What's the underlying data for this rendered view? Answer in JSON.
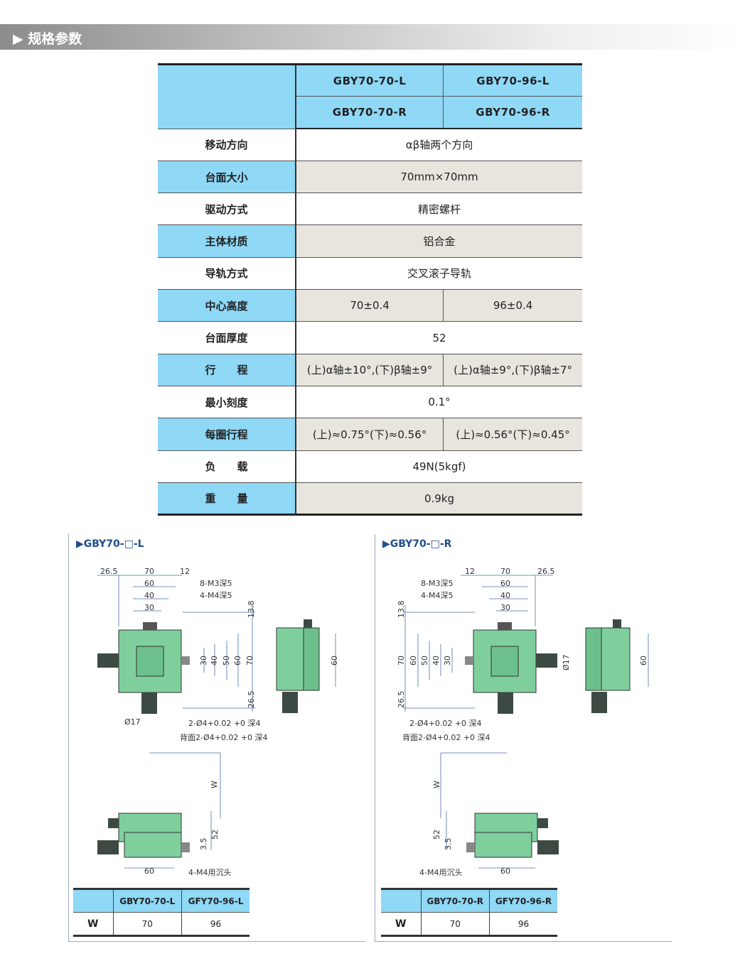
{
  "banner": {
    "title": "▶ 规格参数"
  },
  "spec": {
    "models_row1": [
      "GBY70-70-L",
      "GBY70-96-L"
    ],
    "models_row2": [
      "GBY70-70-R",
      "GBY70-96-R"
    ],
    "rows": [
      {
        "label": "移动方向",
        "value": "αβ轴两个方向"
      },
      {
        "label": "台面大小",
        "value": "70mm×70mm"
      },
      {
        "label": "驱动方式",
        "value": "精密螺杆"
      },
      {
        "label": "主体材质",
        "value": "铝合金"
      },
      {
        "label": "导轨方式",
        "value": "交叉滚子导轨"
      },
      {
        "label": "中心高度",
        "values": [
          "70±0.4",
          "96±0.4"
        ]
      },
      {
        "label": "台面厚度",
        "value": "52"
      },
      {
        "label": "行　　程",
        "values": [
          "(上)α轴±10°,(下)β轴±9°",
          "(上)α轴±9°,(下)β轴±7°"
        ]
      },
      {
        "label": "最小刻度",
        "value": "0.1°"
      },
      {
        "label": "每圈行程",
        "values": [
          "(上)≈0.75°(下)≈0.56°",
          "(上)≈0.56°(下)≈0.45°"
        ]
      },
      {
        "label": "负　　载",
        "value": "49N(5kgf)"
      },
      {
        "label": "重　　量",
        "value": "0.9kg"
      }
    ]
  },
  "drawings": {
    "left": {
      "title": "▶GBY70-□-L",
      "dims_top": [
        "26.5",
        "70",
        "12",
        "60",
        "40",
        "30"
      ],
      "notes": [
        "8-M3深5",
        "4-M4深5",
        "2-Ø4+0.02 +0 深4",
        "背面2-Ø4+0.02 +0 深4",
        "Ø17",
        "4-M4用沉头"
      ],
      "dims_side": [
        "13.8",
        "30",
        "40",
        "50",
        "60",
        "70",
        "26.5",
        "60"
      ],
      "dims_front": [
        "W",
        "52",
        "3.5",
        "60"
      ],
      "table": {
        "headers": [
          "",
          "GBY70-70-L",
          "GFY70-96-L"
        ],
        "row": [
          "W",
          "70",
          "96"
        ]
      }
    },
    "right": {
      "title": "▶GBY70-□-R",
      "dims_top": [
        "12",
        "70",
        "26.5",
        "60",
        "40",
        "30"
      ],
      "notes": [
        "8-M3深5",
        "4-M4深5",
        "2-Ø4+0.02 +0 深4",
        "背面2-Ø4+0.02 +0 深4",
        "Ø17",
        "4-M4用沉头"
      ],
      "dims_side": [
        "13.8",
        "70",
        "60",
        "50",
        "40",
        "30",
        "26.5",
        "60"
      ],
      "dims_front": [
        "W",
        "52",
        "3.5",
        "60"
      ],
      "table": {
        "headers": [
          "",
          "GBY70-70-R",
          "GFY70-96-R"
        ],
        "row": [
          "W",
          "70",
          "96"
        ]
      }
    }
  },
  "colors": {
    "accent_blue": "#8fd8f6",
    "body_green": "#7fcf9c",
    "title_blue": "#1e4e8c"
  }
}
